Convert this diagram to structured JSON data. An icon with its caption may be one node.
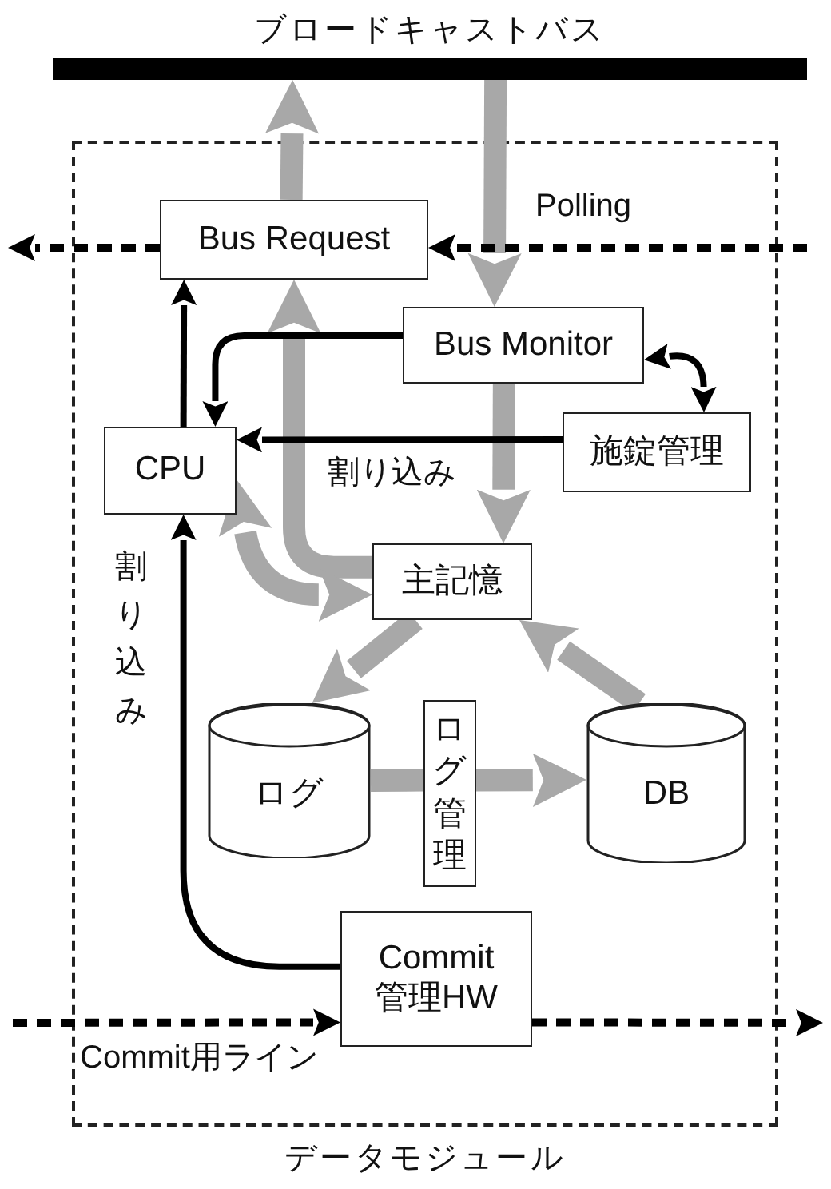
{
  "diagram": {
    "nodes": [
      {
        "text": [
          "ブロードキャストバス"
        ]
      },
      {
        "text": [
          "データモジュール"
        ]
      },
      {
        "text": [
          "Bus Request"
        ],
        "in": 1
      },
      {
        "text": [
          "Bus Monitor"
        ],
        "in": 1
      },
      {
        "text": [
          "CPU"
        ],
        "in": 1
      },
      {
        "text": [
          "施錠管理"
        ],
        "in": 1
      },
      {
        "text": [
          "主記憶"
        ],
        "in": 1
      },
      {
        "text": [
          "ログ"
        ],
        "in": 1
      },
      {
        "text": [
          "ログ管理"
        ],
        "in": 1
      },
      {
        "text": [
          "DB"
        ],
        "in": 1
      },
      {
        "text": [
          "Commit 管理HW"
        ],
        "in": 1
      }
    ],
    "edges": [
      {
        "from": 2,
        "to": 0,
        "arrow": "to",
        "style": "thick",
        "color": "#a8a8a8"
      },
      {
        "from": 0,
        "to": 3,
        "arrow": "to",
        "style": "thick",
        "color": "#a8a8a8"
      },
      {
        "from": 3,
        "to": 6,
        "arrow": "to",
        "style": "thick",
        "color": "#a8a8a8"
      },
      {
        "from": 6,
        "to": 2,
        "arrow": "to",
        "style": "thick",
        "color": "#a8a8a8"
      },
      {
        "from": 6,
        "to": 4,
        "arrow": "both",
        "style": "thick",
        "color": "#a8a8a8"
      },
      {
        "from": 6,
        "to": 7,
        "arrow": "to",
        "style": "thick",
        "color": "#a8a8a8"
      },
      {
        "from": 7,
        "to": 8,
        "arrow": "none",
        "style": "thick",
        "color": "#a8a8a8"
      },
      {
        "from": 8,
        "to": 9,
        "arrow": "to",
        "style": "thick",
        "color": "#a8a8a8"
      },
      {
        "from": 9,
        "to": 6,
        "arrow": "to",
        "style": "thick",
        "color": "#a8a8a8"
      },
      {
        "from": 3,
        "to": 4,
        "arrow": "to",
        "color": "#000000"
      },
      {
        "from": 5,
        "to": 4,
        "arrow": "to",
        "label": "割り込み",
        "color": "#000000"
      },
      {
        "from": 3,
        "to": 5,
        "arrow": "both",
        "color": "#000000"
      },
      {
        "from": 4,
        "to": 2,
        "arrow": "to",
        "color": "#000000"
      },
      {
        "from": 10,
        "to": 4,
        "arrow": "to",
        "label": "割り込み",
        "color": "#000000"
      },
      {
        "from": null,
        "to": 2,
        "arrow": "to",
        "label": "Polling",
        "style": "dashed",
        "color": "#000000"
      },
      {
        "from": 2,
        "to": null,
        "arrow": "to",
        "style": "dashed",
        "color": "#000000"
      },
      {
        "from": null,
        "to": 10,
        "arrow": "to",
        "label": "Commit用ライン",
        "style": "dashed",
        "color": "#000000"
      },
      {
        "from": 10,
        "to": null,
        "arrow": "to",
        "style": "dashed",
        "color": "#000000"
      }
    ]
  }
}
